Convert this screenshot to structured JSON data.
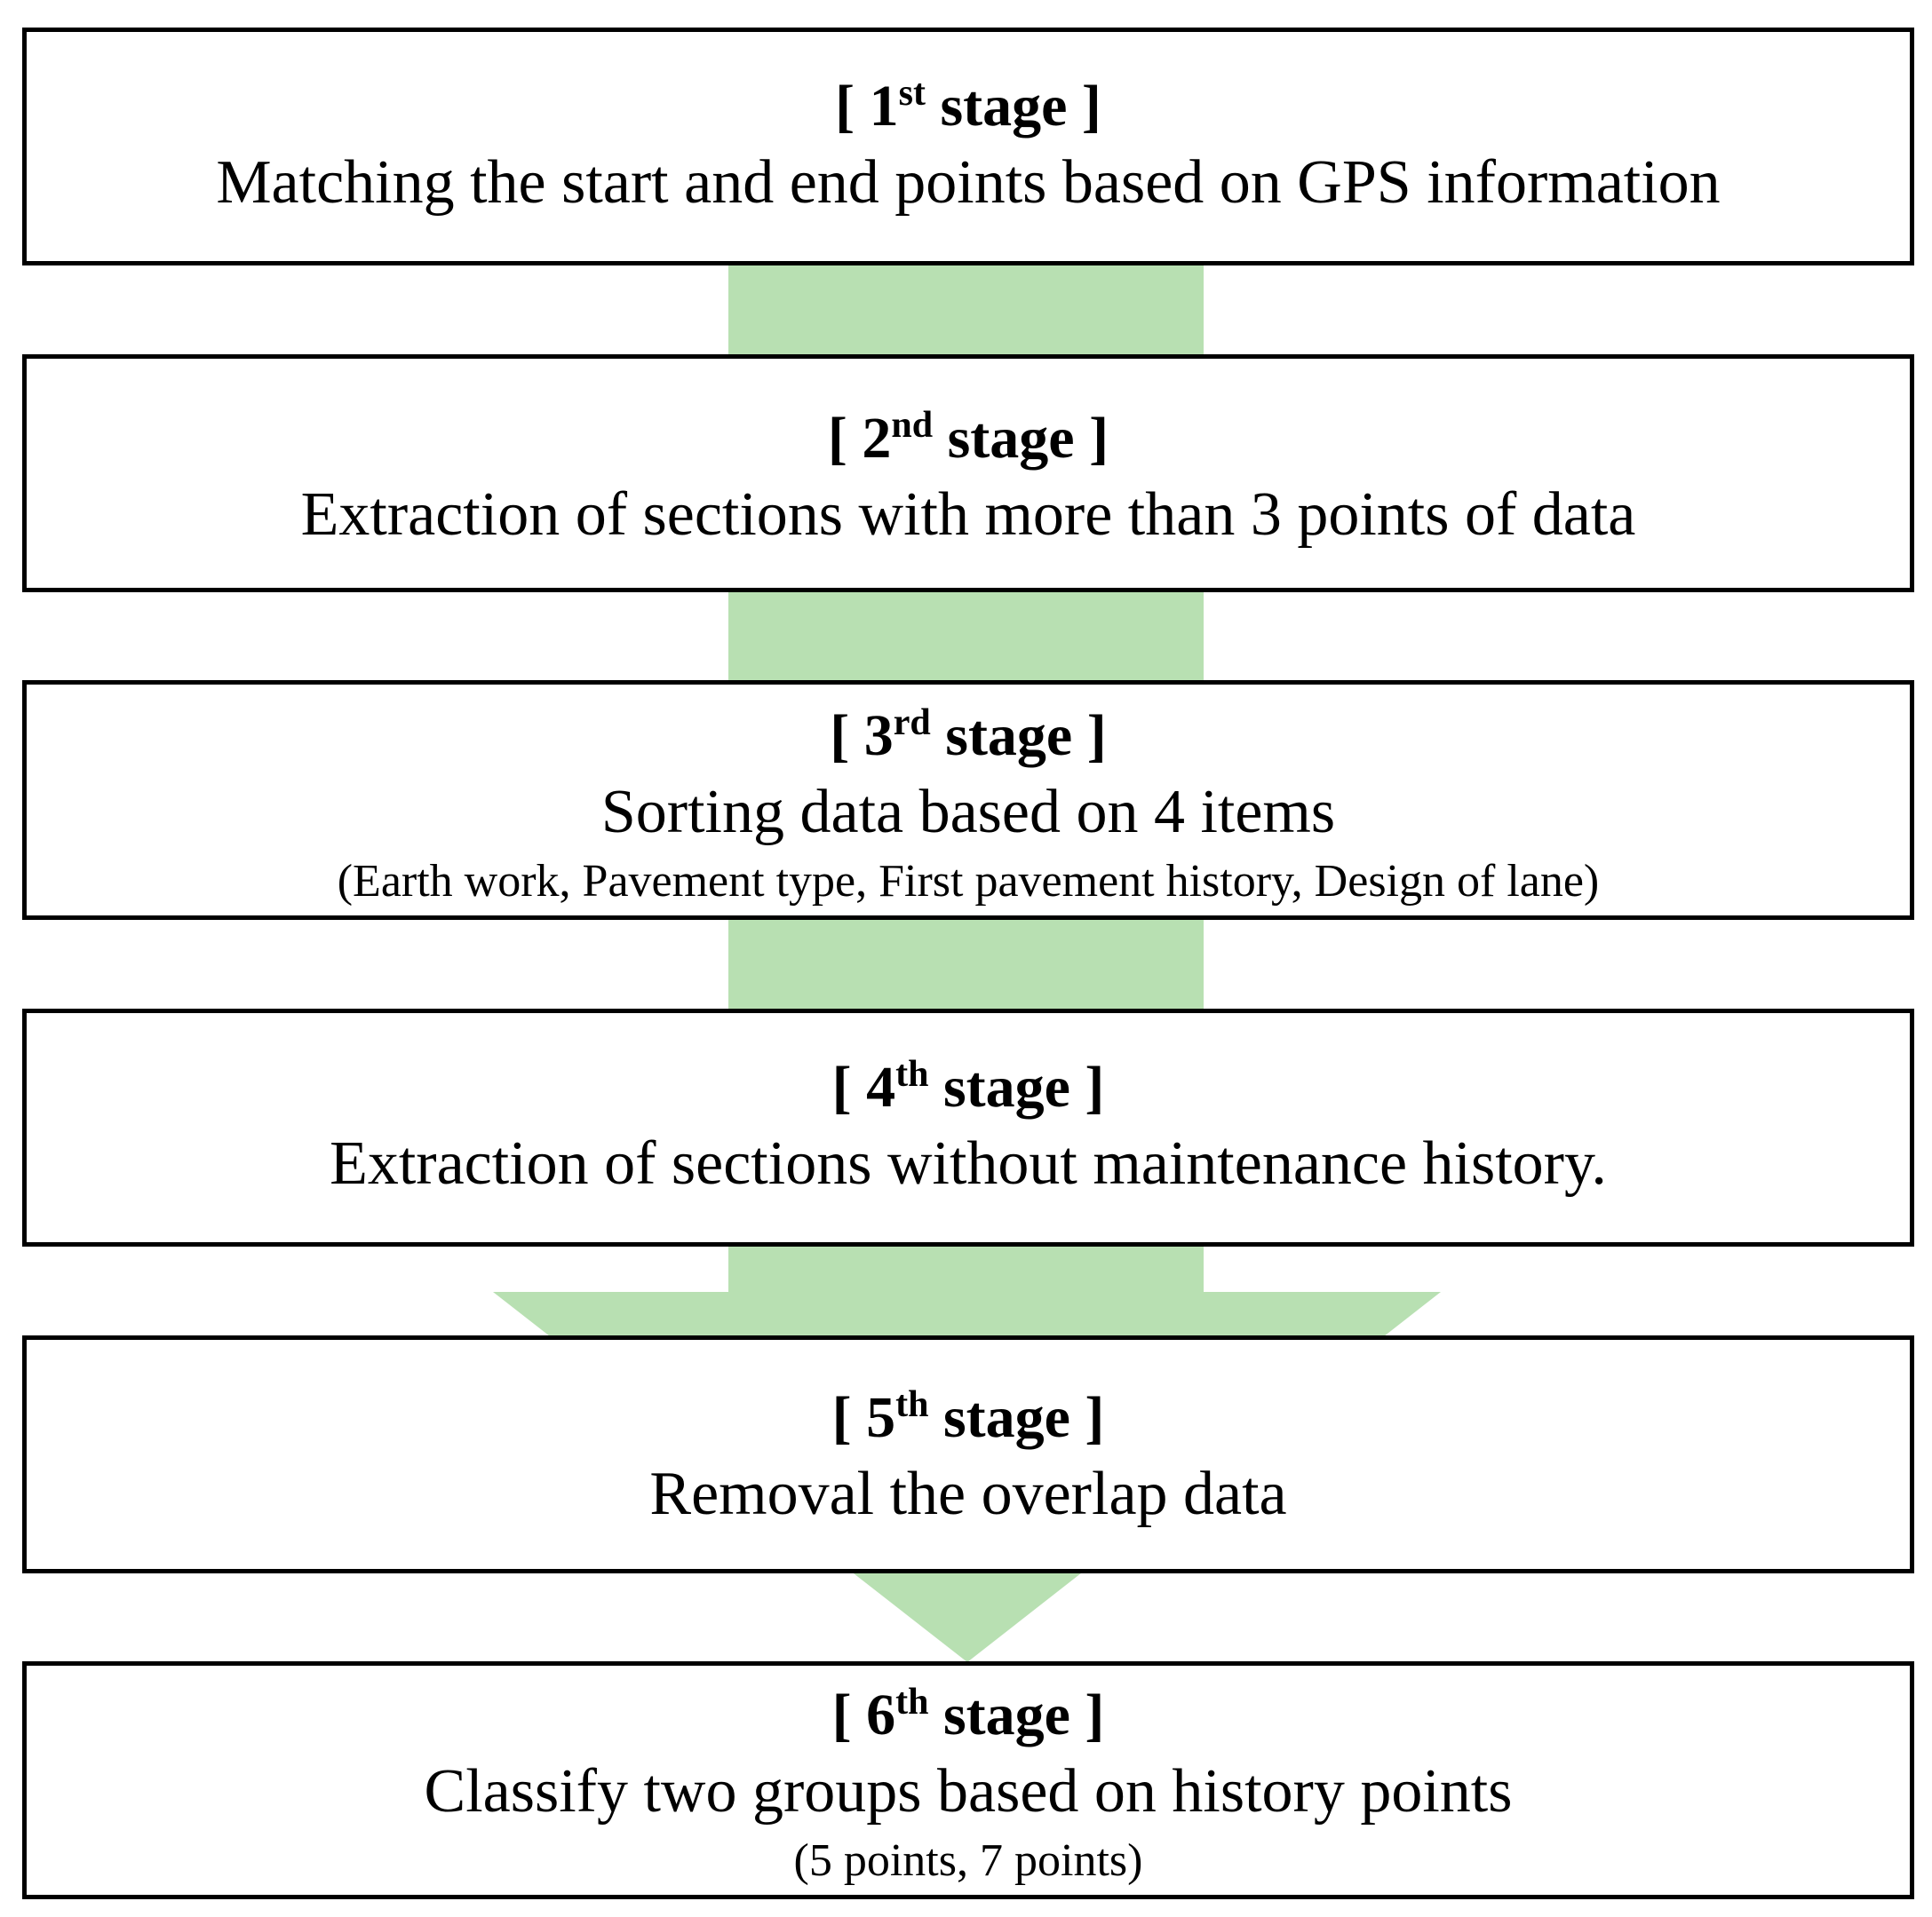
{
  "colors": {
    "arrow_fill": "#b8e0b2",
    "box_border": "#000000",
    "box_fill": "#ffffff"
  },
  "stages": [
    {
      "open": "[ ",
      "number": "1",
      "suffix": "st",
      "word": " stage ]",
      "description": "Matching the start and end points based on GPS information",
      "note": ""
    },
    {
      "open": "[ ",
      "number": "2",
      "suffix": "nd",
      "word": " stage ]",
      "description": "Extraction of sections with more than 3 points of data",
      "note": ""
    },
    {
      "open": "[ ",
      "number": "3",
      "suffix": "rd",
      "word": " stage ]",
      "description": "Sorting data based on 4 items",
      "note": "(Earth work, Pavement type, First pavement history, Design of lane)"
    },
    {
      "open": "[ ",
      "number": "4",
      "suffix": "th",
      "word": " stage ]",
      "description": "Extraction of sections without maintenance history.",
      "note": ""
    },
    {
      "open": "[ ",
      "number": "5",
      "suffix": "th",
      "word": " stage ]",
      "description": "Removal the overlap data",
      "note": ""
    },
    {
      "open": "[ ",
      "number": "6",
      "suffix": "th",
      "word": " stage ]",
      "description": "Classify two groups based on history points",
      "note": "(5 points, 7 points)"
    }
  ]
}
